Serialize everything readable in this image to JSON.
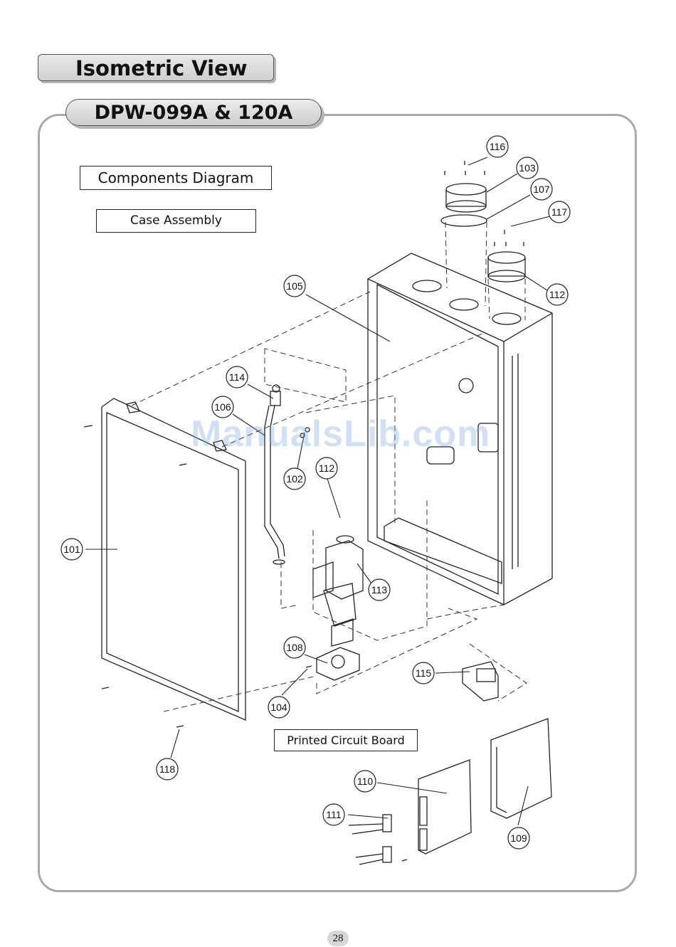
{
  "header": {
    "section_title": "Isometric View",
    "model_title": "DPW-099A & 120A"
  },
  "labels": {
    "components_diagram": "Components Diagram",
    "case_assembly": "Case Assembly",
    "pcb": "Printed Circuit Board"
  },
  "callouts": {
    "c101": "101",
    "c102": "102",
    "c103": "103",
    "c104": "104",
    "c105": "105",
    "c106": "106",
    "c107": "107",
    "c108": "108",
    "c109": "109",
    "c110": "110",
    "c111": "111",
    "c112a": "112",
    "c112b": "112",
    "c113": "113",
    "c114": "114",
    "c115": "115",
    "c116": "116",
    "c117": "117",
    "c118": "118"
  },
  "watermark": "ManualsLib.com",
  "footer": {
    "page_number": "28"
  }
}
